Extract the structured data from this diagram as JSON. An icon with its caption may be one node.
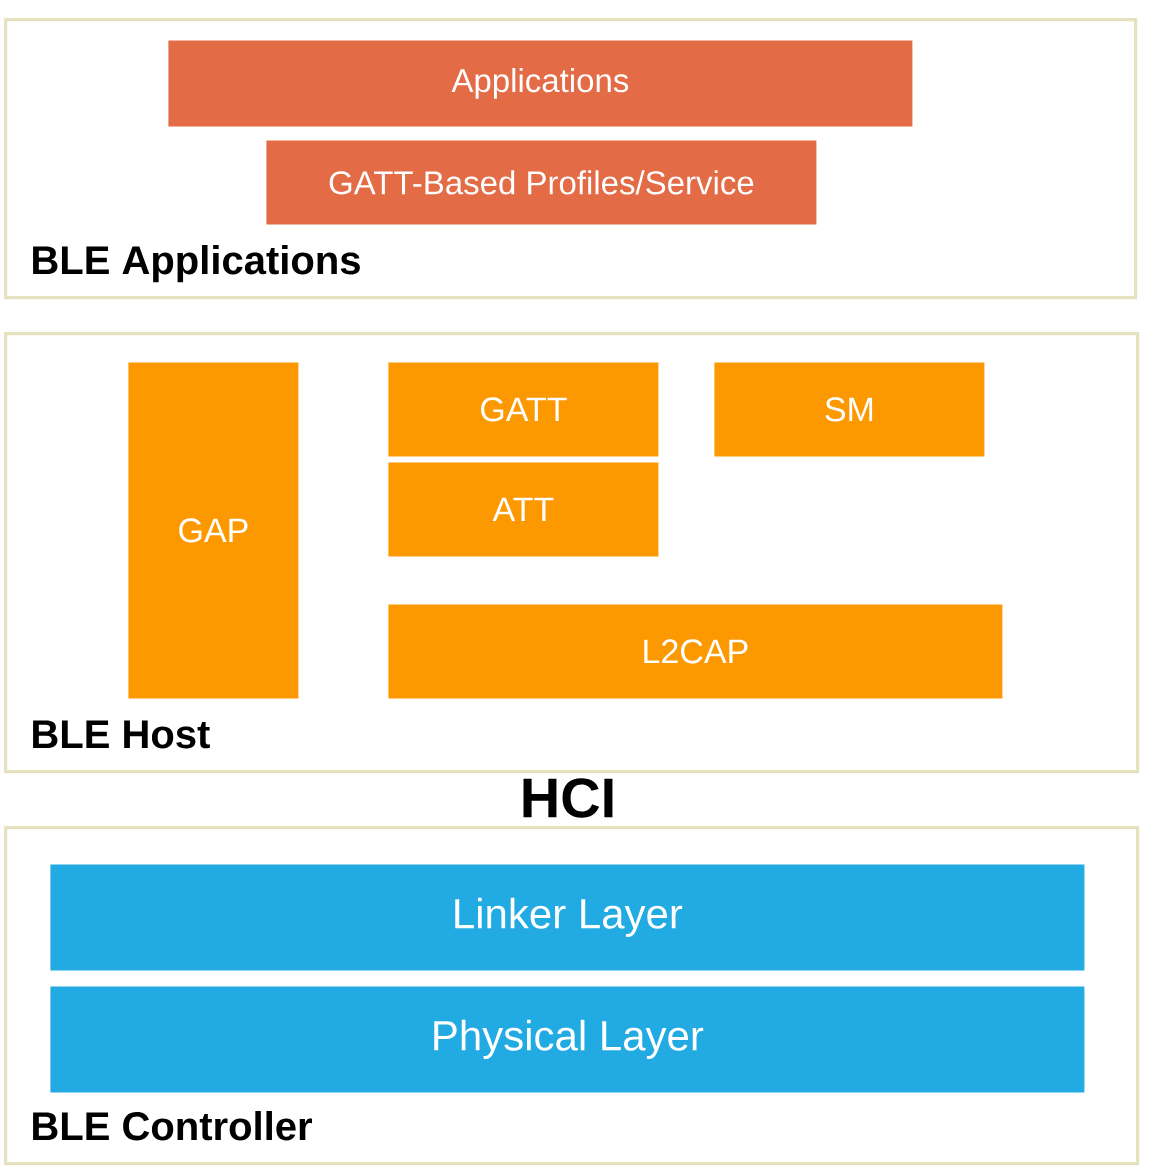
{
  "diagram": {
    "nodes": [
      {
        "text": [
          "BLE Applications"
        ]
      },
      {
        "text": [
          "Applications"
        ],
        "in": 0
      },
      {
        "text": [
          "GATT-Based Profiles/Service"
        ],
        "in": 0
      },
      {
        "text": [
          "BLE Host"
        ]
      },
      {
        "text": [
          "GAP"
        ],
        "in": 3
      },
      {
        "text": [
          "GATT"
        ],
        "in": 3
      },
      {
        "text": [
          "SM"
        ],
        "in": 3
      },
      {
        "text": [
          "ATT"
        ],
        "in": 3
      },
      {
        "text": [
          "L2CAP"
        ],
        "in": 3
      },
      {
        "text": [
          "BLE Controller"
        ]
      },
      {
        "text": [
          "Linker Layer"
        ],
        "in": 9
      },
      {
        "text": [
          "Physical Layer"
        ],
        "in": 9
      }
    ],
    "labels": [
      "HCI"
    ]
  }
}
